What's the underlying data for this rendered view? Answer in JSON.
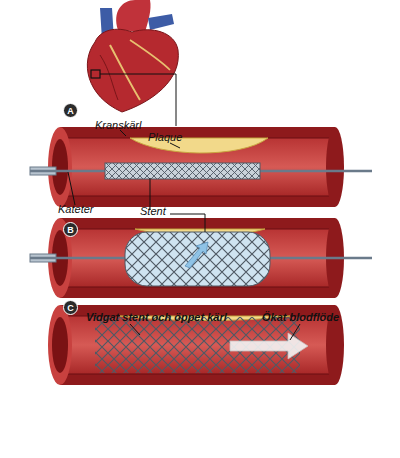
{
  "diagram": {
    "nodes": [
      {
        "text": [
          "A"
        ]
      },
      {
        "text": [
          "B"
        ]
      },
      {
        "text": [
          "C"
        ]
      }
    ],
    "labels": [
      "Kranskärl",
      "Plaque",
      "Kateter",
      "Stent",
      "Vidgat stent och öppet kärl",
      "Ökat blodflöde"
    ]
  }
}
